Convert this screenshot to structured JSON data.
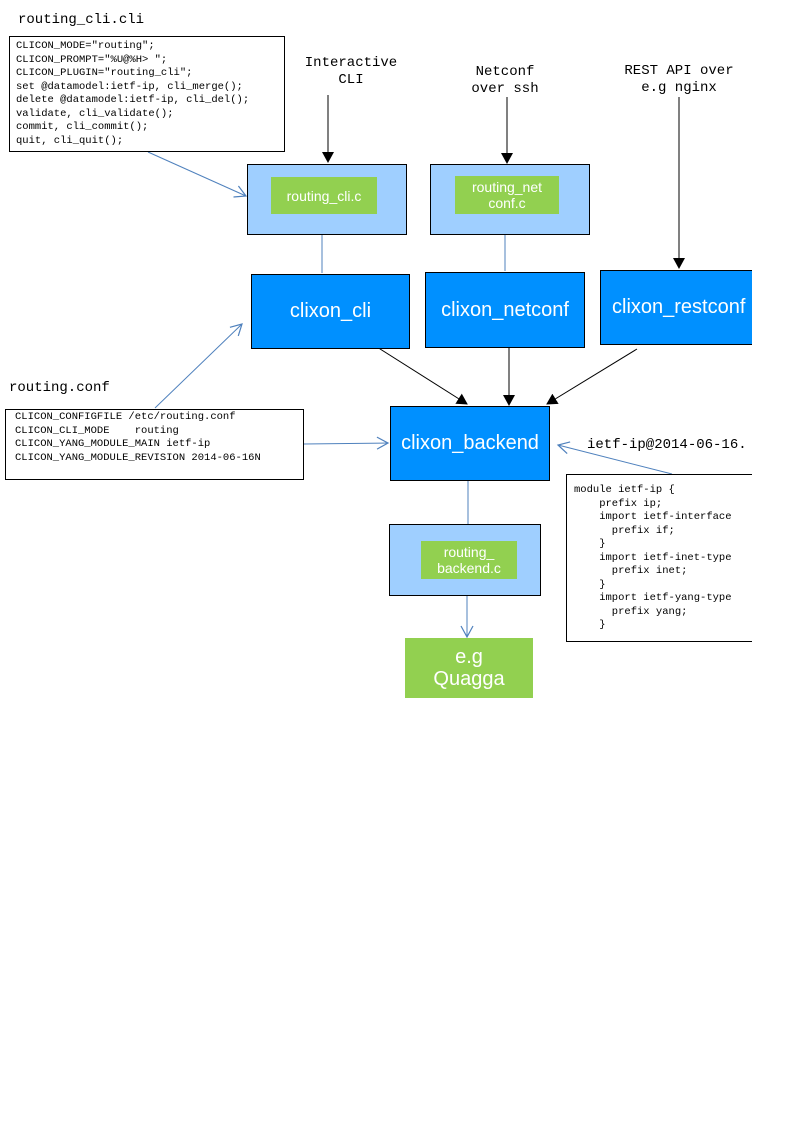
{
  "cli_file": {
    "title": "routing_cli.cli",
    "lines": [
      "CLICON_MODE=\"routing\";",
      "CLICON_PROMPT=\"%U@%H> \";",
      "CLICON_PLUGIN=\"routing_cli\";",
      "set @datamodel:ietf-ip, cli_merge();",
      "delete @datamodel:ietf-ip, cli_del();",
      "validate, cli_validate();",
      "commit, cli_commit();",
      "quit, cli_quit();"
    ]
  },
  "conf_file": {
    "title": "routing.conf",
    "lines": [
      "CLICON_CONFIGFILE /etc/routing.conf",
      "CLICON_CLI_MODE    routing",
      "CLICON_YANG_MODULE_MAIN ietf-ip",
      "CLICON_YANG_MODULE_REVISION 2014-06-16N"
    ]
  },
  "yang_file": {
    "title": "ietf-ip@2014-06-16.",
    "lines": [
      "module ietf-ip {",
      "    prefix ip;",
      "    import ietf-interface",
      "      prefix if;",
      "    }",
      "    import ietf-inet-type",
      "      prefix inet;",
      "    }",
      "    import ietf-yang-type",
      "      prefix yang;",
      "    }"
    ]
  },
  "inputs": {
    "cli": "Interactive\nCLI",
    "netconf": "Netconf\nover ssh",
    "restconf": "REST API over\ne.g nginx"
  },
  "plugins": {
    "cli": "routing_cli.c",
    "netconf": "routing_net\nconf.c",
    "backend": "routing_\nbackend.c"
  },
  "components": {
    "cli": "clixon_cli",
    "netconf": "clixon_netconf",
    "restconf": "clixon_restconf",
    "backend": "clixon_backend"
  },
  "target": "e.g\nQuagga",
  "colors": {
    "component": "#0090ff",
    "plugin_bg": "#9fcfff",
    "plugin": "#92d050",
    "link": "#4f81bd"
  }
}
